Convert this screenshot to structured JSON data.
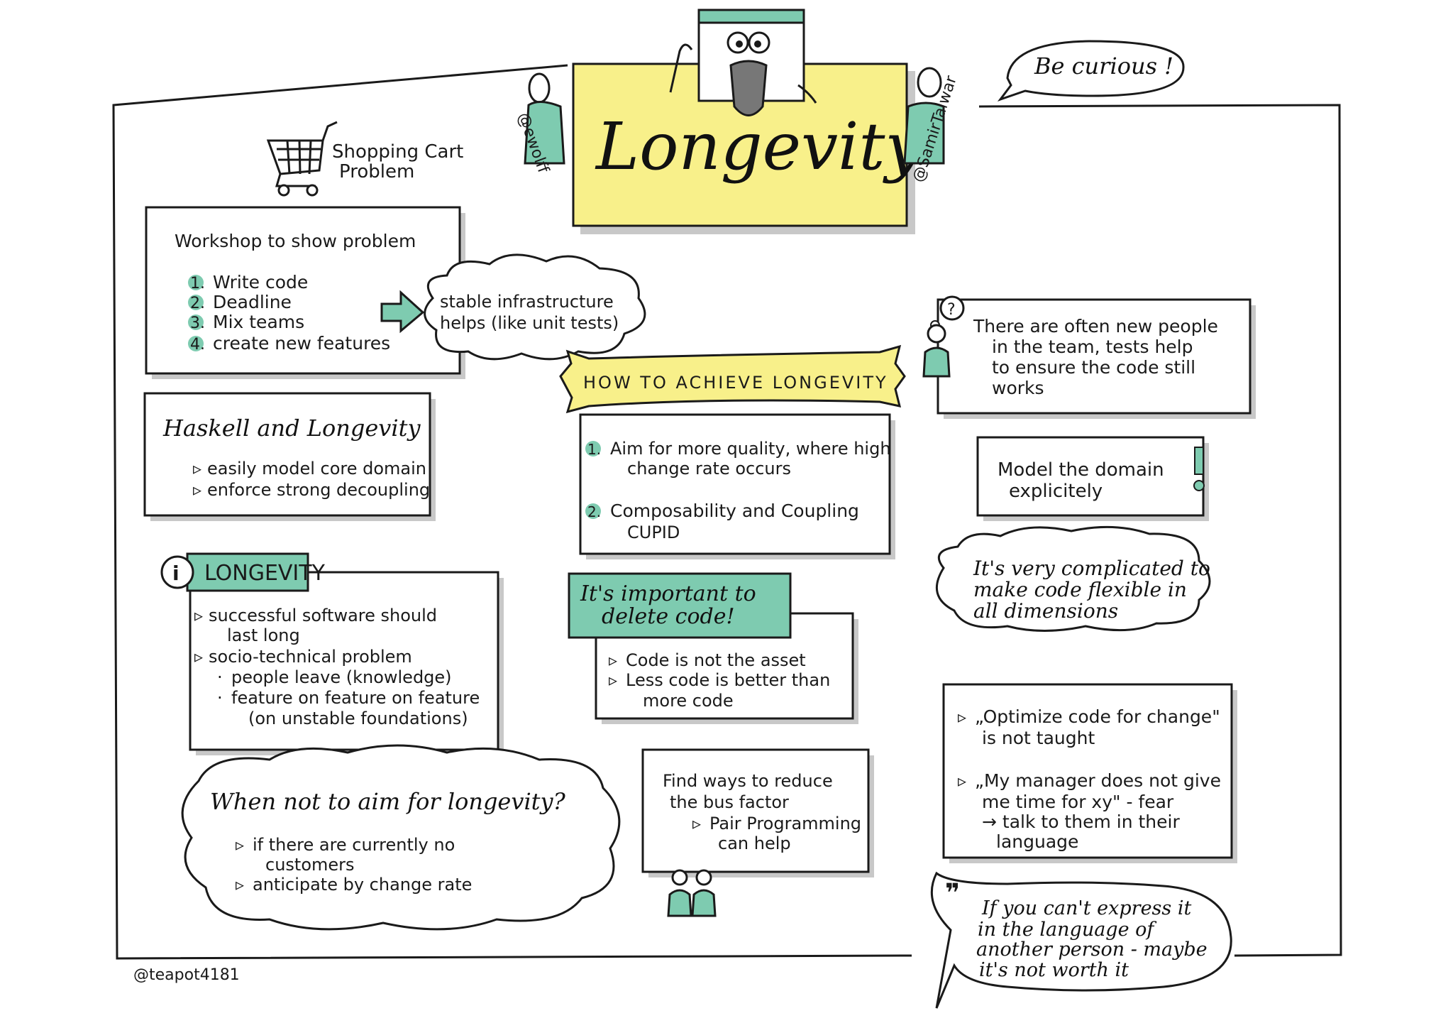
{
  "title": "Longevity",
  "speakers": [
    "@ewolff",
    "@SamirTalwar"
  ],
  "be_curious": "Be curious !",
  "author": "@teapot4181",
  "shopping_cart": {
    "line1": "Shopping Cart",
    "line2": "Problem"
  },
  "workshop": {
    "heading": "Workshop to show problem",
    "items": [
      {
        "num": "1.",
        "text": "Write code"
      },
      {
        "num": "2.",
        "text": "Deadline"
      },
      {
        "num": "3.",
        "text": "Mix teams"
      },
      {
        "num": "4.",
        "text": "create new features"
      }
    ]
  },
  "stable_cloud": {
    "line1": "stable infrastructure",
    "line2": "helps (like unit tests)"
  },
  "haskell": {
    "heading": "Haskell and Longevity",
    "items": [
      "easily model core domain",
      "enforce strong decoupling"
    ]
  },
  "longevity_info": {
    "tag": "LONGEVITY",
    "lines": [
      "successful software should",
      "last long",
      "socio-technical problem",
      "people leave (knowledge)",
      "feature on feature on feature",
      "(on unstable foundations)"
    ]
  },
  "when_not": {
    "heading": "When not to aim for longevity?",
    "lines": [
      "if there are currently no",
      "customers",
      "anticipate by change rate"
    ]
  },
  "how_to": {
    "banner": "HOW TO ACHIEVE LONGEVITY",
    "item1_num": "1.",
    "item1_line1": "Aim for more quality, where high",
    "item1_line2": "change rate occurs",
    "item2_num": "2.",
    "item2_line1": "Composability and Coupling",
    "item2_line2": "CUPID"
  },
  "delete_code": {
    "line1": "It's important to",
    "line2": "delete code!",
    "lines": [
      "Code is not the asset",
      "Less code is better than",
      "more code"
    ]
  },
  "bus_factor": {
    "lines": [
      "Find ways to reduce",
      "the bus factor",
      "Pair Programming",
      "can help"
    ]
  },
  "new_people": {
    "lines": [
      "There are often new people",
      "in the team, tests help",
      "to ensure the code still",
      "works"
    ]
  },
  "model_domain": {
    "line1": "Model the domain",
    "line2": "explicitely"
  },
  "complicated": {
    "lines": [
      "It's very complicated to",
      "make code flexible in",
      "all dimensions"
    ]
  },
  "optimize": {
    "lines": [
      "„Optimize code for change\"",
      "is not taught",
      "„My manager does not give",
      "me time for xy\" - fear",
      "→ talk to them in their",
      "language"
    ]
  },
  "quote": {
    "lines": [
      "If you can't express it",
      "in the language of",
      "another person - maybe",
      "it's not worth it"
    ]
  },
  "colors": {
    "green": "#7ecbb0",
    "yellow": "#f8f08a",
    "ink": "#1a1a1a"
  }
}
